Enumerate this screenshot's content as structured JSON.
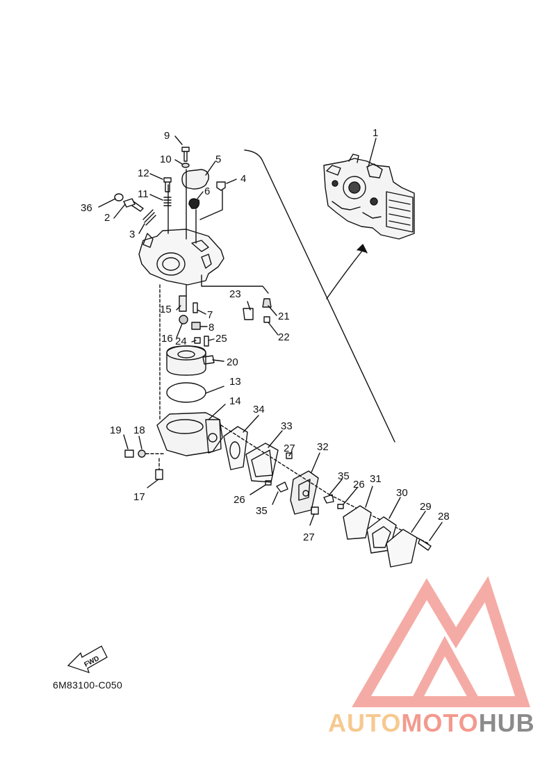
{
  "diagram_code": "6M83100-C050",
  "fwd_label": "FWD",
  "brand": {
    "part1": "AUTO",
    "part2": "MOTO",
    "part3": "HUB"
  },
  "colors": {
    "line": "#111111",
    "logo_red": "#f4a39c",
    "logo_orange": "#f6c98f",
    "logo_gray": "#8b8b8b"
  },
  "callouts": [
    "1",
    "2",
    "3",
    "4",
    "5",
    "6",
    "7",
    "8",
    "9",
    "10",
    "11",
    "12",
    "13",
    "14",
    "15",
    "16",
    "17",
    "18",
    "19",
    "20",
    "21",
    "22",
    "23",
    "24",
    "25",
    "26",
    "26",
    "27",
    "27",
    "28",
    "29",
    "30",
    "31",
    "32",
    "33",
    "34",
    "35",
    "35",
    "36"
  ]
}
